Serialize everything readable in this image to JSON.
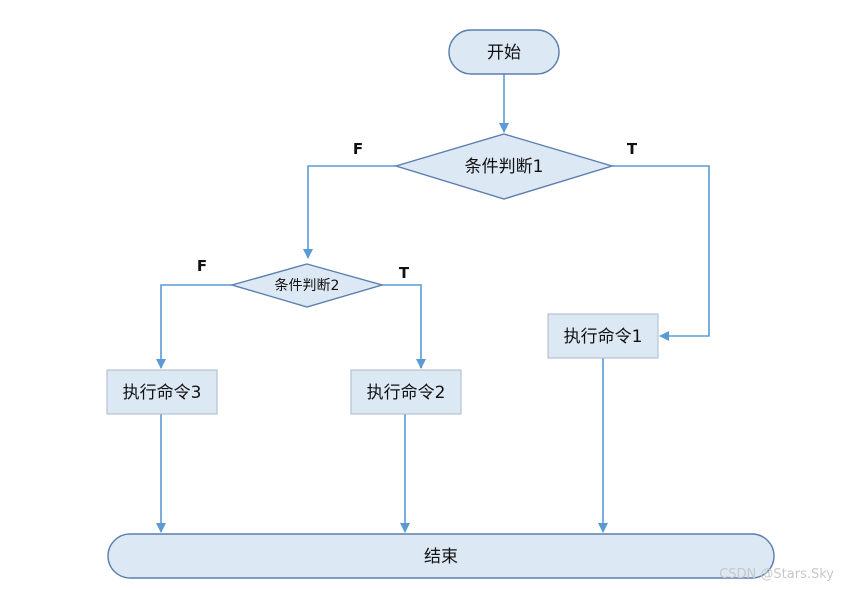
{
  "nodes": {
    "start": "开始",
    "decision1": "条件判断1",
    "decision2": "条件判断2",
    "cmd1": "执行命令1",
    "cmd2": "执行命令2",
    "cmd3": "执行命令3",
    "end": "结束"
  },
  "edge_labels": {
    "d1_false": "F",
    "d1_true": "T",
    "d2_false": "F",
    "d2_true": "T"
  },
  "watermark": "CSDN @Stars.Sky",
  "colors": {
    "fill": "#dde8f5",
    "stroke": "#5b7fae",
    "arrow": "#5b9bd5"
  }
}
